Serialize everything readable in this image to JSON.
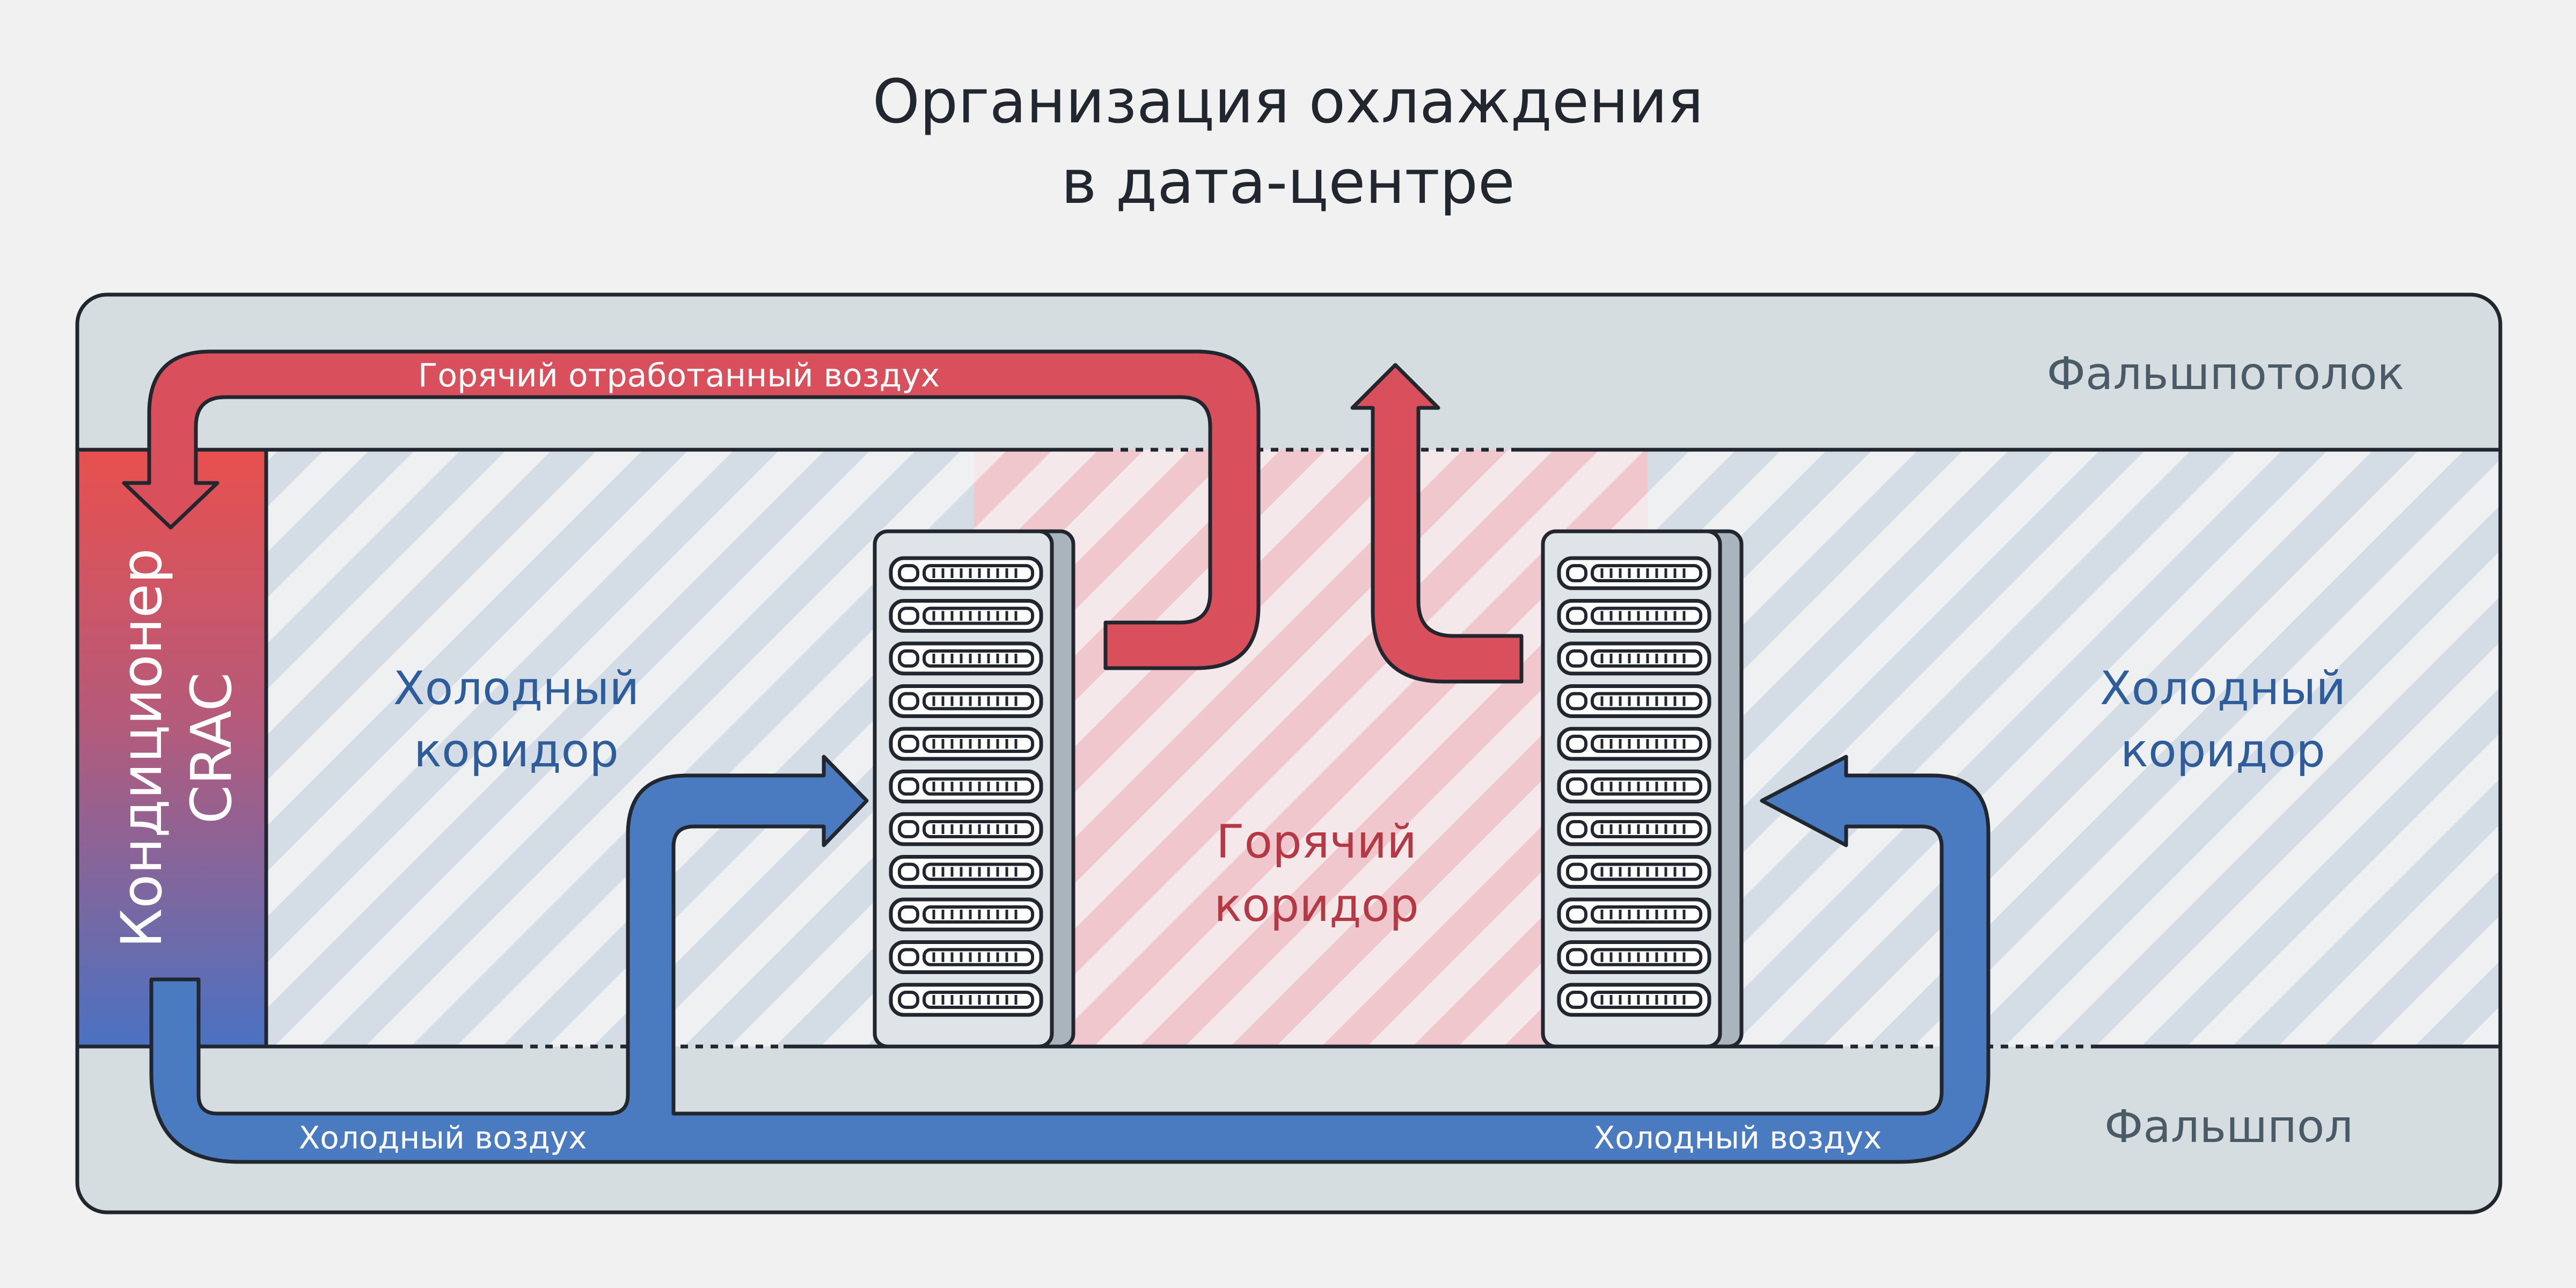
{
  "title": {
    "line1": "Организация охлаждения",
    "line2": "в дата-центре"
  },
  "zones": {
    "ceiling": "Фальшпотолок",
    "floor": "Фальшпол",
    "crac_line1": "Кондиционер",
    "crac_line2": "CRAC",
    "cold_left_line1": "Холодный",
    "cold_left_line2": "коридор",
    "cold_right_line1": "Холодный",
    "cold_right_line2": "коридор",
    "hot_line1": "Горячий",
    "hot_line2": "коридор"
  },
  "flows": {
    "hot_exhaust": "Горячий отработанный воздух",
    "cold_air_left": "Холодный воздух",
    "cold_air_right": "Холодный воздух"
  },
  "colors": {
    "background": "#f1f1f1",
    "plenum": "#d6dde0",
    "outline": "#22262e",
    "hot": "#d94f5c",
    "cold": "#4a7ac0",
    "cold_text": "#2f5d9c",
    "hot_text": "#b53945",
    "zone_text": "#4a5a66",
    "title_text": "#22262e",
    "cold_stripe": "#d4dde6",
    "hot_stripe": "#efc7cc",
    "rack_fill": "#dfe4e8",
    "rack_shadow": "#a9b4bc"
  },
  "icons": {
    "rack_left": "server-rack-icon",
    "rack_right": "server-rack-icon"
  }
}
